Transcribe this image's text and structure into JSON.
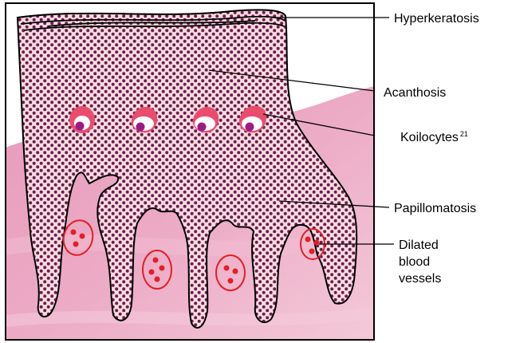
{
  "diagram": {
    "labels": {
      "hyperkeratosis": "Hyperkeratosis",
      "acanthosis": "Acanthosis",
      "koilocytes": "Koilocytes",
      "koilocytes_ref": "21",
      "papillomatosis": "Papillomatosis",
      "dilated_line1": "Dilated",
      "dilated_line2": "blood",
      "dilated_line3": "vessels"
    },
    "colors": {
      "dermis_pink": "#e9a0bf",
      "epidermis_pink": "#f9dcdf",
      "stipple_dots": "#6b1d4d",
      "koilocyte_halo": "#ea4c6e",
      "nucleus": "#9b1b86",
      "vessel_outline": "#e31f26",
      "rbc": "#e31f26",
      "outline": "#000000"
    }
  }
}
